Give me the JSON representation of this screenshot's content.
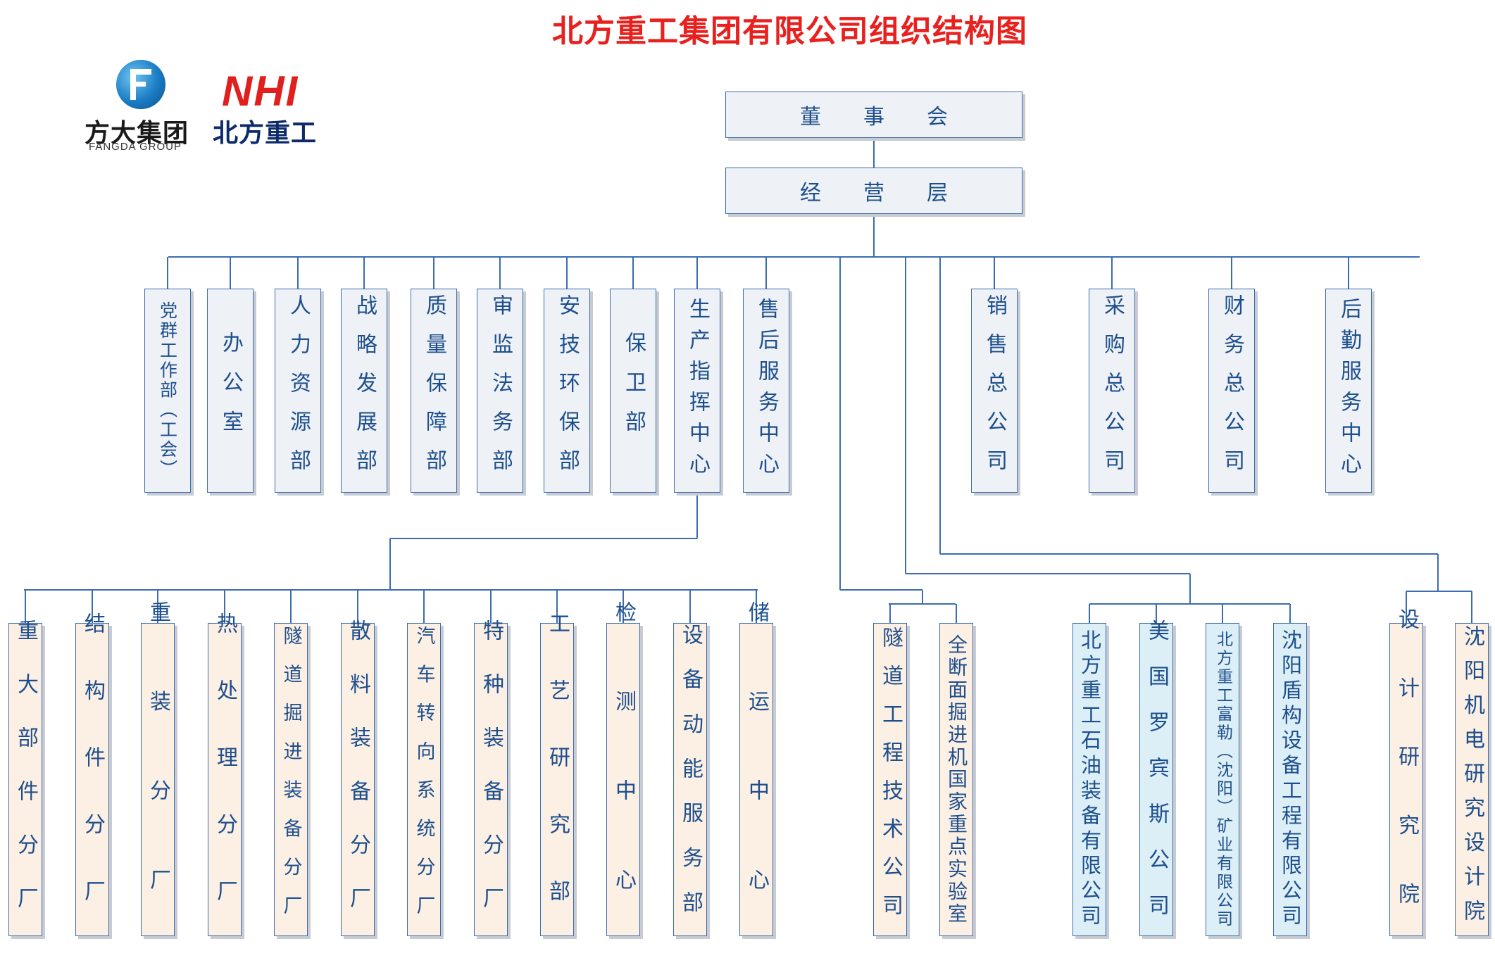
{
  "title": "北方重工集团有限公司组织结构图",
  "logos": {
    "fangda_name": "方大集团",
    "fangda_en": "FANGDA GROUP",
    "nhi_mark": "NHI",
    "nhi_name": "北方重工"
  },
  "board": "董　　事　　会",
  "management": "经　　营　　层",
  "departments": [
    "党群工作部（工会）",
    "办公室",
    "人力资源部",
    "战略发展部",
    "质量保障部",
    "审监法务部",
    "安技环保部",
    "保卫部",
    "生产指挥中心",
    "售后服务中心"
  ],
  "companies": [
    "销售总公司",
    "采购总公司",
    "财务总公司",
    "后勤服务中心"
  ],
  "production_units": [
    "重大部件分厂",
    "结构件分厂",
    "重装分厂",
    "热处理分厂",
    "隧道掘进装备分厂",
    "散料装备分厂",
    "汽车转向系统分厂",
    "特种装备分厂",
    "工艺研究部",
    "检测中心",
    "设备动能服务部",
    "储运中心"
  ],
  "tunnel_group": [
    "隧道工程技术公司",
    "全断面掘进机国家重点实验室"
  ],
  "subsidiaries": [
    "北方重工石油装备有限公司",
    "美国罗宾斯公司",
    "北方重工富勒（沈阳）矿业有限公司",
    "沈阳盾构设备工程有限公司"
  ],
  "design_group": [
    "设计研究院",
    "沈阳机电研究设计院"
  ],
  "colors": {
    "title": "#e8201e",
    "line": "#3b6db0",
    "text": "#1d4f8c",
    "grey_fill": "#eef1f6",
    "peach_fill": "#fcefe4",
    "cyan_fill": "#dceef6"
  }
}
